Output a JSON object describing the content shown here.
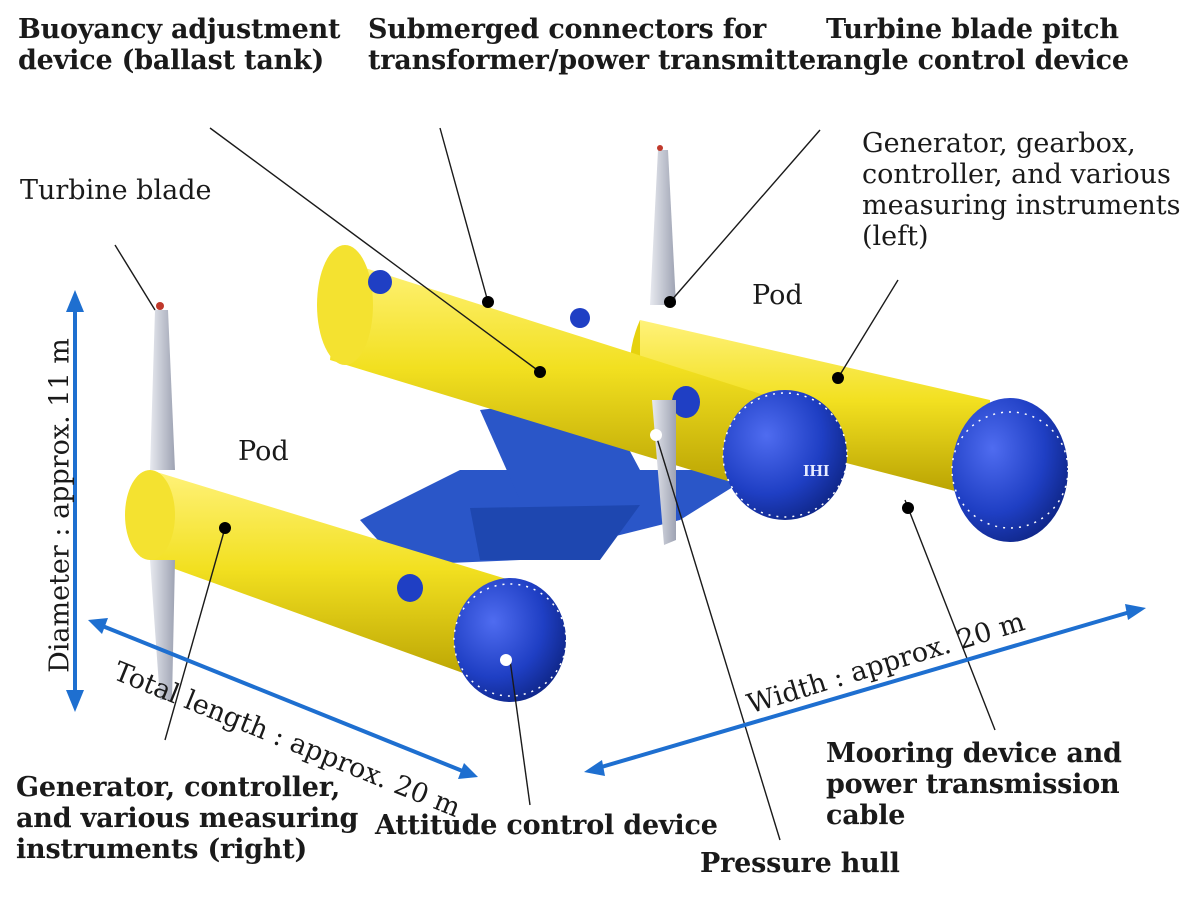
{
  "labels": {
    "buoyancy": "Buoyancy adjustment\ndevice (ballast tank)",
    "connectors": "Submerged connectors for\ntransformer/power transmitter",
    "pitch": "Turbine blade pitch\nangle control device",
    "turbine_blade": "Turbine blade",
    "generator_left": "Generator, gearbox,\ncontroller, and various\nmeasuring instruments\n(left)",
    "pod_right_top": "Pod",
    "pod_left": "Pod",
    "generator_right": "Generator, controller,\nand various measuring\ninstruments (right)",
    "attitude": "Attitude control device",
    "pressure_hull": "Pressure hull",
    "mooring": "Mooring device and\npower transmission cable",
    "logo": "IHI"
  },
  "dimensions": {
    "diameter": "Diameter : approx. 11 m",
    "length": "Total length : approx. 20 m",
    "width": "Width : approx. 20 m"
  },
  "colors": {
    "hull_yellow": "#f2e020",
    "hull_shadow": "#c9b400",
    "dome_blue": "#1f3fc4",
    "dome_dark": "#102a8c",
    "arrow_blue": "#1e6fd0",
    "blade_gray": "#b8bcc8"
  }
}
